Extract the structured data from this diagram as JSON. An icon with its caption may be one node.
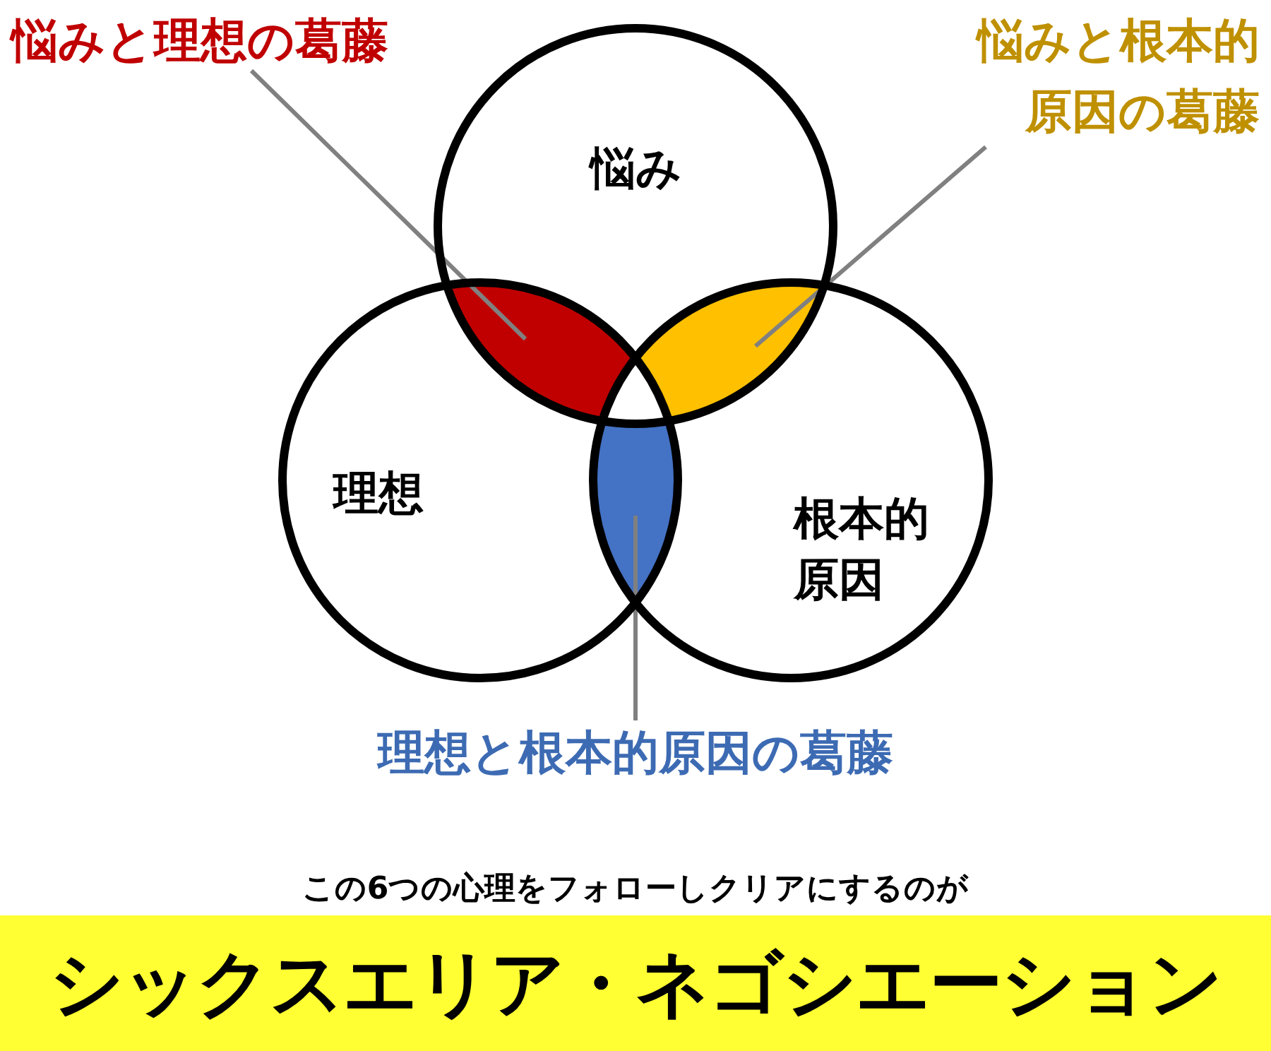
{
  "diagram": {
    "nodes": [
      {
        "text": [
          "悩み"
        ]
      },
      {
        "text": [
          "理想"
        ]
      },
      {
        "text": [
          "根本的原因"
        ]
      },
      {
        "text": [
          "悩みと理想の葛藤"
        ]
      },
      {
        "text": [
          "悩みと根本的原因の葛藤"
        ]
      },
      {
        "text": [
          "理想と根本的原因の葛藤"
        ]
      },
      {
        "text": [],
        "shape": "lens"
      },
      {
        "text": [],
        "shape": "lens"
      },
      {
        "text": [],
        "shape": "lens"
      },
      {
        "text": [
          "シックスエリア・ネゴシエーション"
        ],
        "beside": [
          "この6つの心理をフォローしクリアにするのが"
        ]
      }
    ],
    "edges": [
      {
        "from": 3,
        "to": 6,
        "arrow": "none",
        "color": "#808080"
      },
      {
        "from": 4,
        "to": 7,
        "arrow": "none",
        "color": "#808080"
      },
      {
        "from": 8,
        "to": 5,
        "arrow": "none",
        "color": "#808080"
      }
    ]
  }
}
